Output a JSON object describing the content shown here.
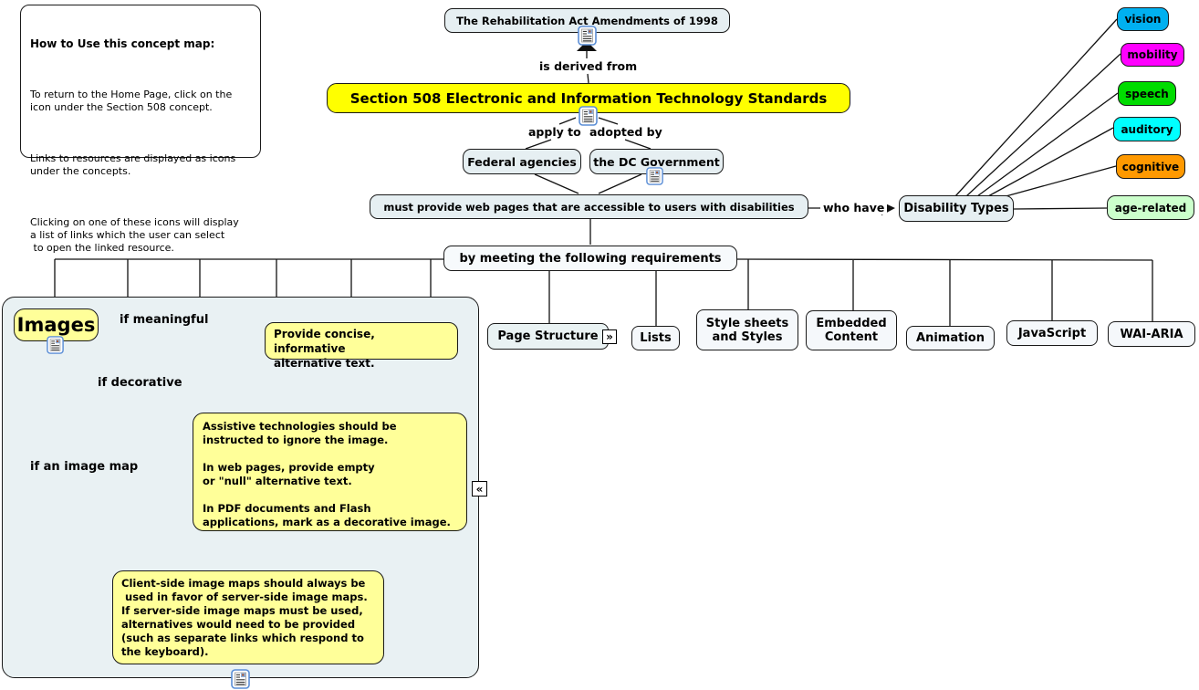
{
  "instructions": {
    "title": "How to Use this concept map:",
    "para1": "To return to the Home Page, click on the\nicon under the Section 508 concept.",
    "para2": "Links to resources are displayed as icons\nunder the concepts.",
    "para3": "Clicking on one of these icons will display\na list of links which the user can select\n to open the linked resource."
  },
  "concepts": {
    "rehab_act": "The Rehabilitation Act Amendments of 1998",
    "section508": "Section 508 Electronic and Information Technology Standards",
    "federal": "Federal agencies",
    "dc_gov": "the DC Government",
    "must_provide": "must provide web pages that are accessible to users with disabilities",
    "disability_types": "Disability Types",
    "by_meeting": "by meeting the following requirements"
  },
  "link_labels": {
    "derived": "is derived from",
    "apply_to": "apply to",
    "adopted_by": "adopted by",
    "who_have": "who have",
    "if_meaningful": "if meaningful",
    "if_decorative": "if decorative",
    "if_image_map": "if an image map"
  },
  "disabilities": [
    {
      "label": "vision",
      "color": "#00b0f0"
    },
    {
      "label": "mobility",
      "color": "#ff00ff"
    },
    {
      "label": "speech",
      "color": "#00dc00"
    },
    {
      "label": "auditory",
      "color": "#00ffff"
    },
    {
      "label": "cognitive",
      "color": "#ff9900"
    },
    {
      "label": "age-related",
      "color": "#ccffcc"
    }
  ],
  "requirements": [
    {
      "label": "Page Structure"
    },
    {
      "label": "Lists"
    },
    {
      "label": "Style sheets\nand Styles"
    },
    {
      "label": "Embedded\nContent"
    },
    {
      "label": "Animation"
    },
    {
      "label": "JavaScript"
    },
    {
      "label": "WAI-ARIA"
    }
  ],
  "images_panel": {
    "concept": "Images",
    "note_meaningful": "Provide concise, informative\nalternative text.",
    "note_decorative": "Assistive technologies should be\ninstructed to ignore the image.\n\nIn web pages, provide empty\nor \"null\" alternative text.\n\nIn PDF documents and Flash\napplications, mark as a decorative image.",
    "note_imagemap": "Client-side image maps should always be\n used in favor of server-side image maps.\nIf server-side image maps must be used,\nalternatives would need to be provided\n(such as separate links which respond to\nthe keyboard)."
  },
  "icons": {
    "collapse_glyph": "«",
    "expand_glyph": "»",
    "resource": "document-with-links",
    "colors": {
      "concept_fill": "#e6eff2",
      "note_fill": "#ffff99",
      "title_fill": "#ffff00",
      "panel_fill": "#e9f1f3"
    }
  }
}
